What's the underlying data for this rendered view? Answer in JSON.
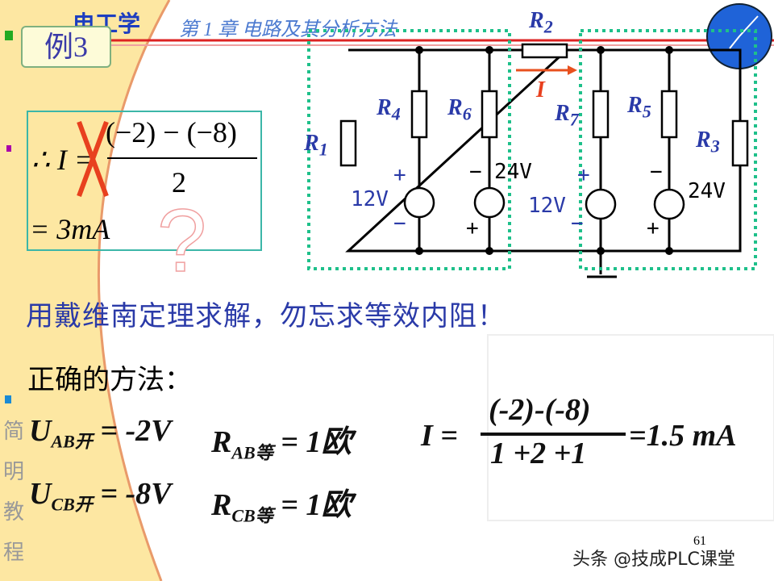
{
  "header": {
    "logo": "电工学",
    "chapter": "第 1 章   电路及其分析方法",
    "example": "例3"
  },
  "sidebar": {
    "chars": [
      "简",
      "明",
      "教",
      "程"
    ]
  },
  "wrong_formula": {
    "lhs": "∴ I =",
    "numerator": "(−2) − (−8)",
    "denominator": "2",
    "result": "= 3mA"
  },
  "circuit": {
    "labels": {
      "R1": "R",
      "R1s": "1",
      "R2": "R",
      "R2s": "2",
      "R3": "R",
      "R3s": "3",
      "R4": "R",
      "R4s": "4",
      "R5": "R",
      "R5s": "5",
      "R6": "R",
      "R6s": "6",
      "R7": "R",
      "R7s": "7",
      "I": "I"
    },
    "sources": {
      "s1": "12V",
      "s2": "24V",
      "s3": "12V",
      "s4": "24V"
    },
    "plus": "+",
    "minus": "−"
  },
  "hint": "用戴维南定理求解，勿忘求等效内阻！",
  "method_title": "正确的方法：",
  "eq": {
    "u1": "U",
    "u1s": "AB开",
    "u1v": "= -2V",
    "r1": "R",
    "r1s": "AB等",
    "r1v": "= 1欧",
    "u2": "U",
    "u2s": "CB开",
    "u2v": "= -8V",
    "r2": "R",
    "r2s": "CB等",
    "r2v": "= 1欧",
    "i": "I =",
    "num": "(-2)-(-8)",
    "den": "1 +2 +1",
    "res": "=1.5 mA"
  },
  "page_number": "61",
  "watermark": "头条 @技成PLC课堂",
  "colors": {
    "accent_blue": "#2a3aa8",
    "dotted_box": "#1ec08a",
    "arrow": "#e8501e",
    "cross": "#e8401e"
  }
}
